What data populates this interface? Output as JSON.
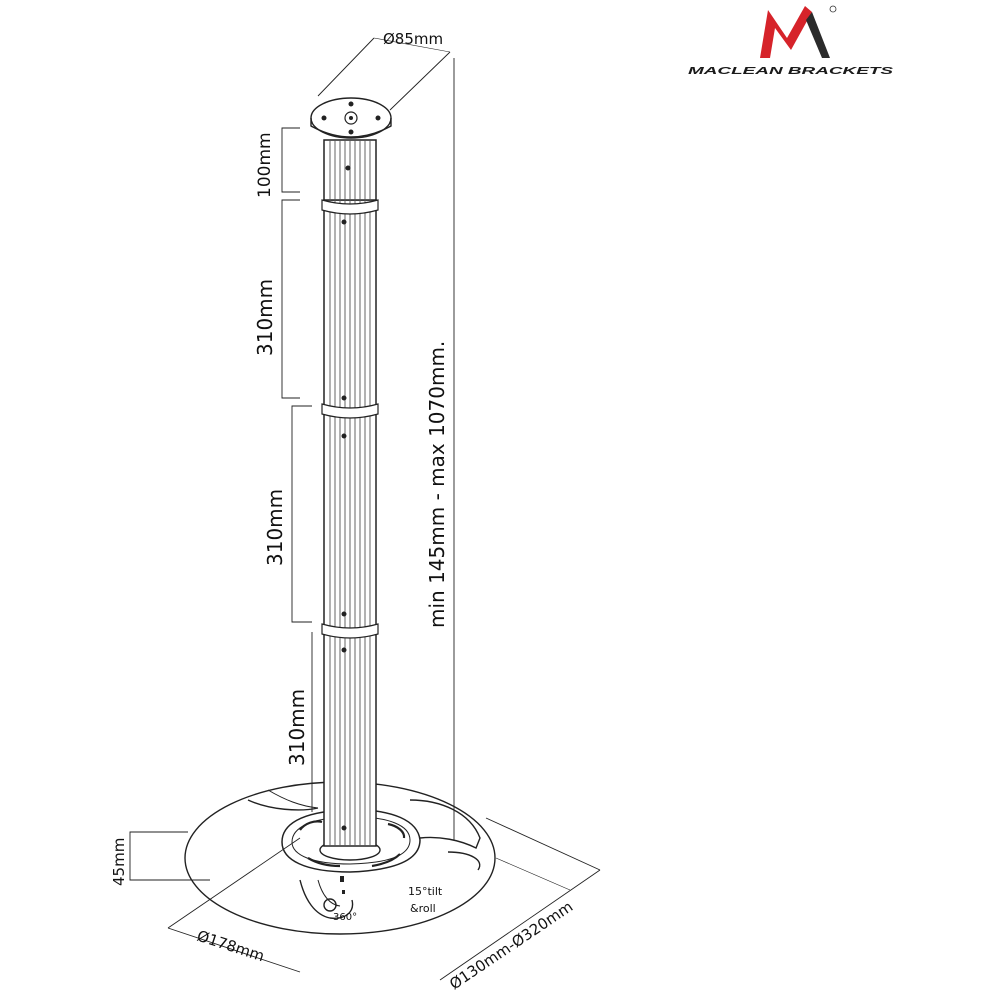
{
  "brand": {
    "name": "MACLEAN BRACKETS",
    "colors": {
      "red": "#d6232a",
      "dark": "#2b2b2b"
    }
  },
  "dimensions": {
    "top_plate_diameter": "Ø85mm",
    "top_section": "100mm",
    "section_1": "310mm",
    "section_2": "310mm",
    "section_3": "310mm",
    "total_length": "min 145mm - max 1070mm.",
    "mount_height": "45mm",
    "plate_diameter": "Ø178mm",
    "arm_range": "Ø130mm-Ø320mm",
    "tilt": "15°tilt",
    "roll": "&roll",
    "rotation": "360°"
  }
}
